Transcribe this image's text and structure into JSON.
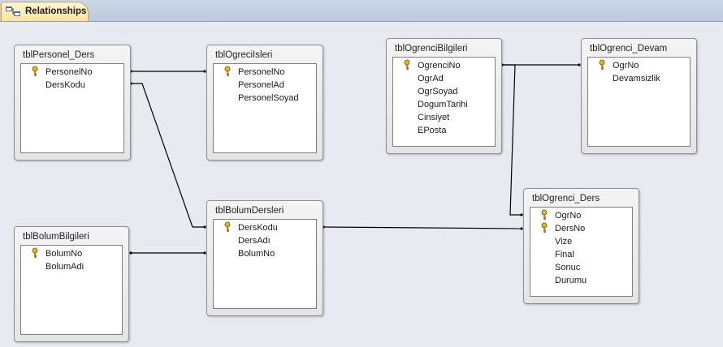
{
  "tab": {
    "label": "Relationships"
  },
  "tables": {
    "personel_ders": {
      "title": "tblPersonel_Ders",
      "fields": [
        "PersonelNo",
        "DersKodu"
      ]
    },
    "ogreci_isleri": {
      "title": "tblOgreciIsleri",
      "fields": [
        "PersonelNo",
        "PersonelAd",
        "PersonelSoyad"
      ]
    },
    "ogrenci_bilgileri": {
      "title": "tblOgrenciBilgileri",
      "fields": [
        "OgrenciNo",
        "OgrAd",
        "OgrSoyad",
        "DogumTarihi",
        "Cinsiyet",
        "EPosta"
      ]
    },
    "ogrenci_devam": {
      "title": "tblOgrenci_Devam",
      "fields": [
        "OgrNo",
        "Devamsizlik"
      ]
    },
    "bolum_bilgileri": {
      "title": "tblBolumBilgileri",
      "fields": [
        "BolumNo",
        "BolumAdi"
      ]
    },
    "bolum_dersleri": {
      "title": "tblBolumDersleri",
      "fields": [
        "DersKodu",
        "DersAdı",
        "BolumNo"
      ]
    },
    "ogrenci_ders": {
      "title": "tblOgrenci_Ders",
      "fields": [
        "OgrNo",
        "DersNo",
        "Vize",
        "Final",
        "Sonuc",
        "Durumu"
      ]
    }
  }
}
